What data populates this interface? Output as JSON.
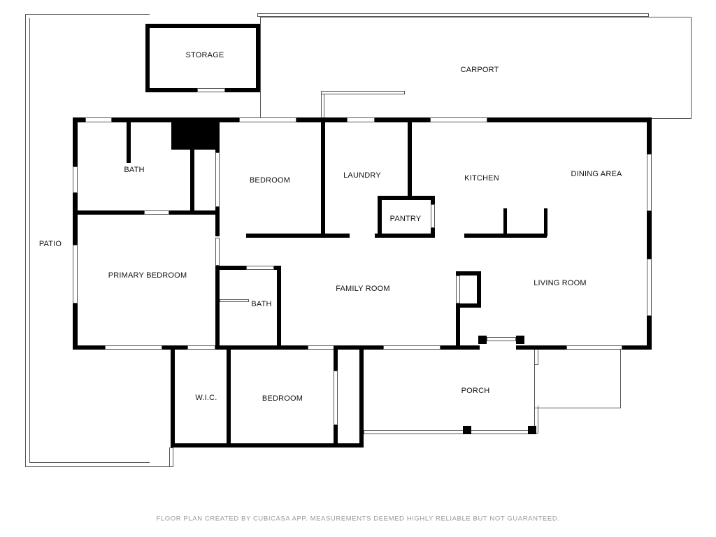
{
  "rooms": {
    "storage": "STORAGE",
    "carport": "CARPORT",
    "patio": "PATIO",
    "bath_upper": "BATH",
    "bedroom_upper": "BEDROOM",
    "laundry": "LAUNDRY",
    "kitchen": "KITCHEN",
    "dining_area": "DINING AREA",
    "pantry": "PANTRY",
    "primary_bedroom": "PRIMARY BEDROOM",
    "bath_lower": "BATH",
    "family_room": "FAMILY ROOM",
    "living_room": "LIVING ROOM",
    "wic": "W.I.C.",
    "bedroom_lower": "BEDROOM",
    "porch": "PORCH"
  },
  "disclaimer": "FLOOR PLAN CREATED BY CUBICASA APP. MEASUREMENTS DEEMED HIGHLY RELIABLE BUT NOT GUARANTEED."
}
